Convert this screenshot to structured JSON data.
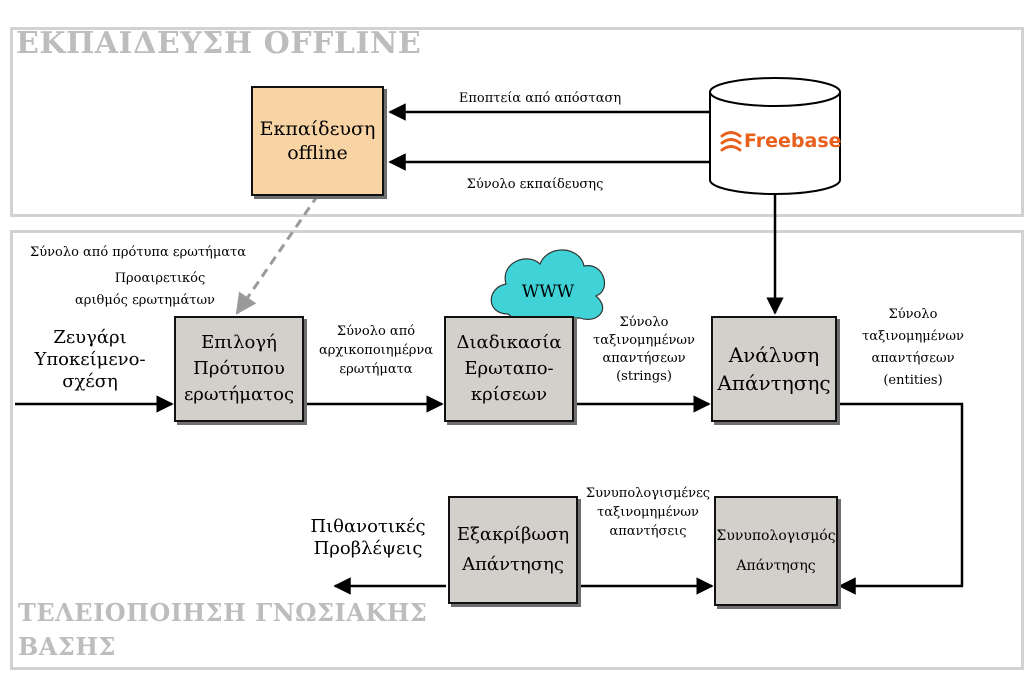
{
  "panels": {
    "offline_title": "ΕΚΠΑΙΔΕΥΣΗ OFFLINE",
    "kb_title_line1": "ΤΕΛΕΙΟΠΟΙΗΣΗ ΓΝΩΣΙΑΚΗΣ",
    "kb_title_line2": "ΒΑΣΗΣ"
  },
  "nodes": {
    "training": [
      "Εκπαίδευση",
      "offline"
    ],
    "freebase": "Freebase",
    "www": "WWW",
    "template_selection": [
      "Επιλογή",
      "Πρότυπου",
      "ερωτήματος"
    ],
    "qa_process": [
      "Διαδικασία",
      "Ερωταπο-",
      "κρίσεων"
    ],
    "answer_analysis": [
      "Ανάλυση",
      "Απάντησης"
    ],
    "answer_combination": [
      "Συνυπολογισμός",
      "Απάντησης"
    ],
    "answer_verification": [
      "Εξακρίβωση",
      "Απάντησης"
    ]
  },
  "edge_labels": {
    "supervision": "Εποπτεία από απόσταση",
    "training_set": "Σύνολο εκπαίδευσης",
    "template_set": "Σύνολο από πρότυπα ερωτήματα",
    "optional": "Προαιρετικός",
    "num_questions": "αριθμός ερωτημάτων",
    "input_pair": [
      "Ζευγάρι",
      "Υποκείμενο-",
      "σχέση"
    ],
    "initialized_questions": [
      "Σύνολο από",
      "αρχικοποιημέρνα",
      "ερωτήματα"
    ],
    "ranked_strings": [
      "Σύνολο",
      "ταξινομημένων",
      "απαντήσεων",
      "(strings)"
    ],
    "ranked_entities": [
      "Σύνολο",
      "ταξινομημένων",
      "απαντήσεων",
      "(entities)"
    ],
    "combined_ranked": [
      "Συνυπολογισμένες",
      "ταξινομημένων",
      "απαντήσεις"
    ],
    "predictions": [
      "Πιθανοτικές",
      "Προβλέψεις"
    ]
  },
  "colors": {
    "training_box": "#f8d4a4",
    "process_box": "#d3cfcb",
    "cloud": "#3fd3d8",
    "freebase_orange": "#e8601b",
    "panel_title": "#bdbdbd"
  }
}
